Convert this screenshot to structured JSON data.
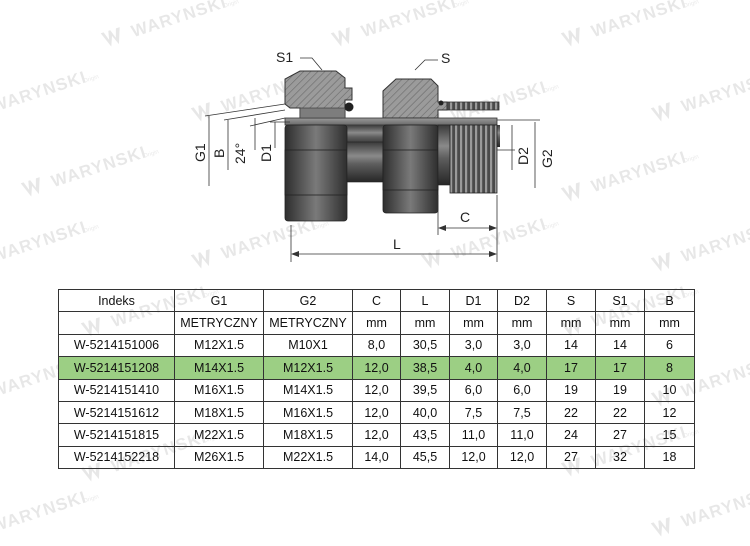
{
  "drawing": {
    "labels": {
      "S1": "S1",
      "S": "S",
      "G1": "G1",
      "B": "B",
      "angle": "24°",
      "D1": "D1",
      "D2": "D2",
      "G2": "G2",
      "C": "C",
      "L": "L"
    }
  },
  "watermark": {
    "text": "WARYNSKI",
    "sub": "Origin"
  },
  "table": {
    "header1": [
      "Indeks",
      "G1",
      "G2",
      "C",
      "L",
      "D1",
      "D2",
      "S",
      "S1",
      "B"
    ],
    "header2": [
      "",
      "METRYCZNY",
      "METRYCZNY",
      "mm",
      "mm",
      "mm",
      "mm",
      "mm",
      "mm",
      "mm"
    ],
    "highlight_row": 1,
    "highlight_color": "#9ccf84",
    "rows": [
      [
        "W-5214151006",
        "M12X1.5",
        "M10X1",
        "8,0",
        "30,5",
        "3,0",
        "3,0",
        "14",
        "14",
        "6"
      ],
      [
        "W-5214151208",
        "M14X1.5",
        "M12X1.5",
        "12,0",
        "38,5",
        "4,0",
        "4,0",
        "17",
        "17",
        "8"
      ],
      [
        "W-5214151410",
        "M16X1.5",
        "M14X1.5",
        "12,0",
        "39,5",
        "6,0",
        "6,0",
        "19",
        "19",
        "10"
      ],
      [
        "W-5214151612",
        "M18X1.5",
        "M16X1.5",
        "12,0",
        "40,0",
        "7,5",
        "7,5",
        "22",
        "22",
        "12"
      ],
      [
        "W-5214151815",
        "M22X1.5",
        "M18X1.5",
        "12,0",
        "43,5",
        "11,0",
        "11,0",
        "24",
        "27",
        "15"
      ],
      [
        "W-5214152218",
        "M26X1.5",
        "M22X1.5",
        "14,0",
        "45,5",
        "12,0",
        "12,0",
        "27",
        "32",
        "18"
      ]
    ]
  }
}
